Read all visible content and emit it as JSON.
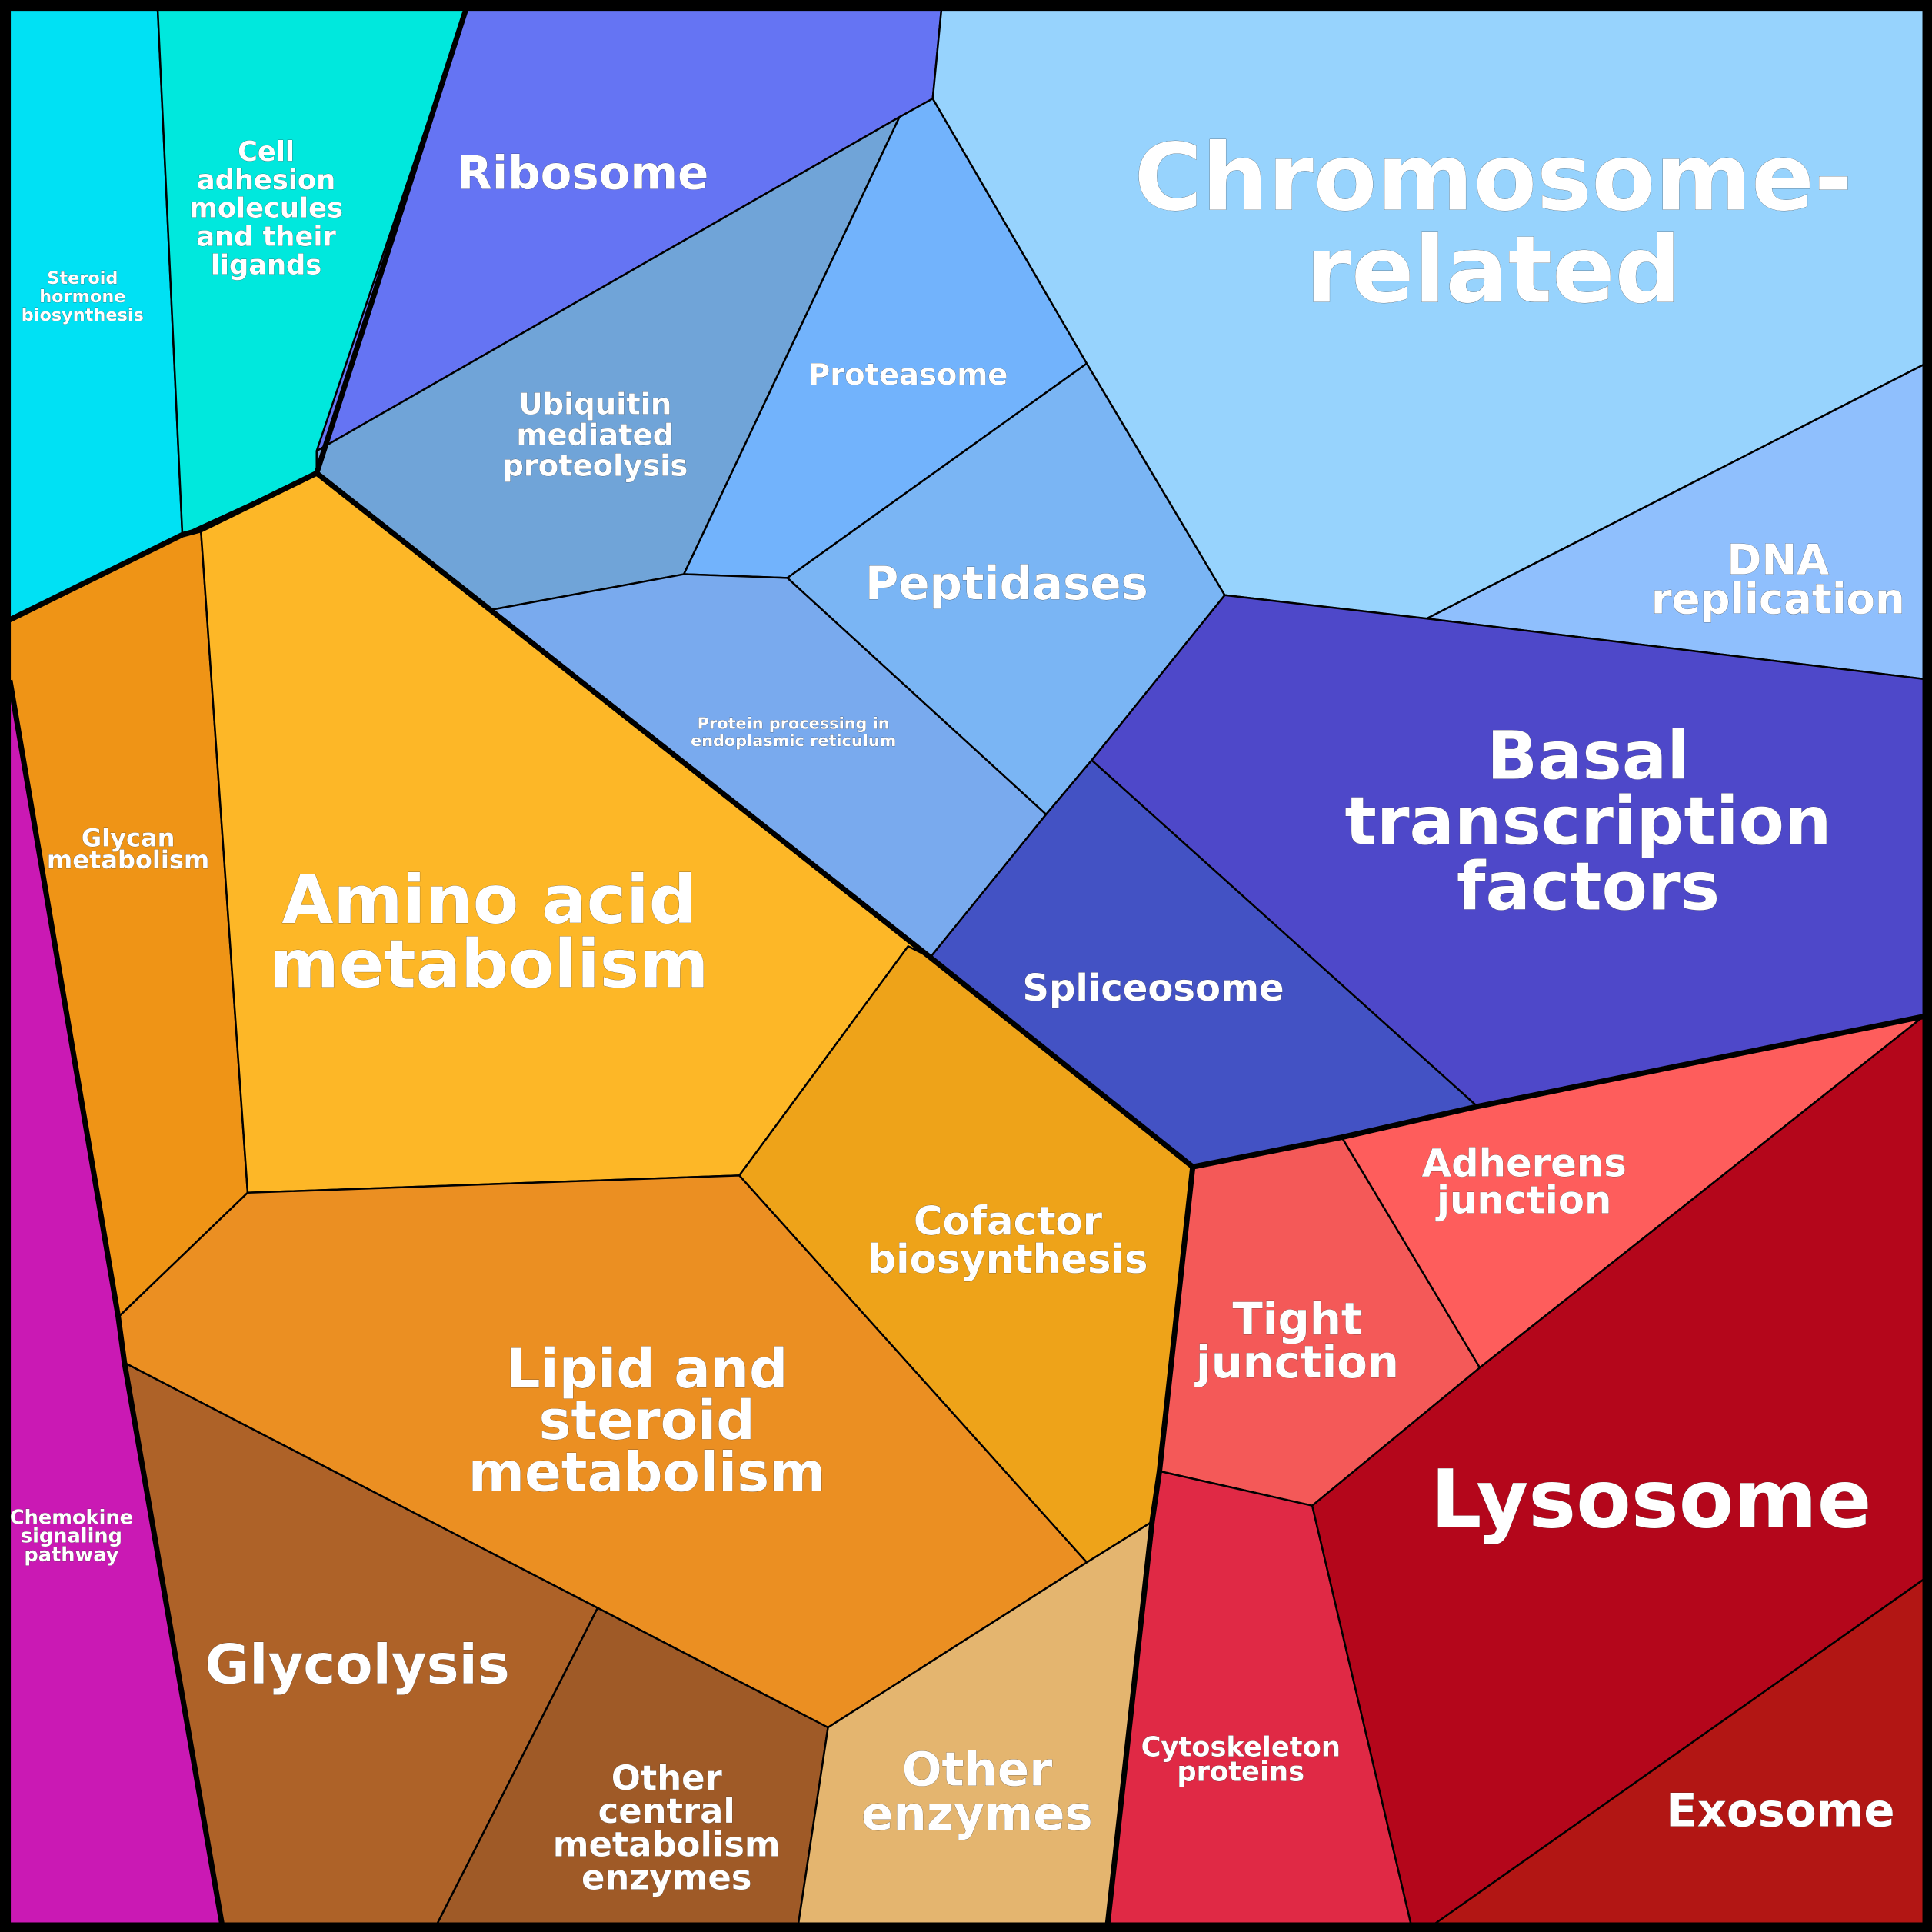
{
  "colors": {
    "steroid_hormone_biosynthesis": "#00e1f4",
    "cell_adhesion": "#00e8dd",
    "ribosome": "#6574f3",
    "ubiquitin": "#70a4d8",
    "proteasome": "#72b3fc",
    "peptidases": "#7ab5f4",
    "protein_processing": "#79aaee",
    "chromosome_related": "#97d3fd",
    "dna_replication": "#8fbffd",
    "basal_transcription": "#4e48c9",
    "spliceosome": "#4352c4",
    "glycan_metabolism": "#ef9416",
    "amino_acid_metabolism": "#fdb727",
    "cofactor_biosynthesis": "#eea319",
    "lipid_steroid": "#eb8f22",
    "chemokine": "#ca19b4",
    "glycolysis": "#ae6228",
    "other_central": "#9f5a27",
    "other_enzymes": "#e4b56f",
    "tight_junction": "#f45958",
    "adherens_junction": "#fe5d5c",
    "cytoskeleton": "#e02945",
    "lysosome": "#b4061b",
    "exosome": "#b21614",
    "border": "#000000"
  },
  "cells": {
    "steroid_hormone_biosynthesis": "Steroid\nhormone\nbiosynthesis",
    "cell_adhesion": "Cell\nadhesion\nmolecules\nand their\nligands",
    "ribosome": "Ribosome",
    "ubiquitin": "Ubiquitin\nmediated\nproteolysis",
    "proteasome": "Proteasome",
    "peptidases": "Peptidases",
    "protein_processing": "Protein processing in\nendoplasmic reticulum",
    "chromosome_related": "Chromosome-\nrelated",
    "dna_replication": "DNA\nreplication",
    "basal_transcription": "Basal\ntranscription\nfactors",
    "spliceosome": "Spliceosome",
    "glycan_metabolism": "Glycan\nmetabolism",
    "amino_acid_metabolism": "Amino acid\nmetabolism",
    "cofactor_biosynthesis": "Cofactor\nbiosynthesis",
    "lipid_steroid": "Lipid and\nsteroid\nmetabolism",
    "chemokine": "Chemokine\nsignaling\npathway",
    "glycolysis": "Glycolysis",
    "other_central": "Other\ncentral\nmetabolism\nenzymes",
    "other_enzymes": "Other\nenzymes",
    "tight_junction": "Tight\njunction",
    "adherens_junction": "Adherens\njunction",
    "cytoskeleton": "Cytoskeleton\nproteins",
    "lysosome": "Lysosome",
    "exosome": "Exosome"
  }
}
